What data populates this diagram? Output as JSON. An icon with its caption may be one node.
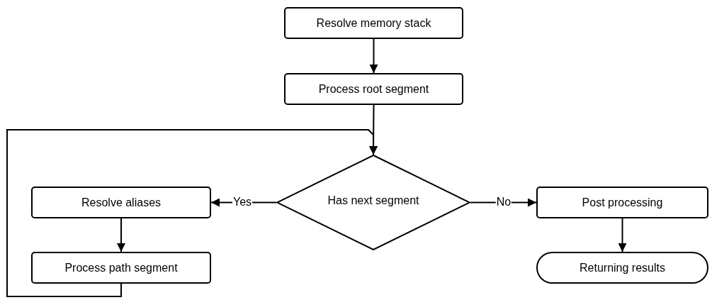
{
  "diagram": {
    "nodes": [
      {
        "text": [
          "Resolve memory stack"
        ]
      },
      {
        "text": [
          "Process root segment"
        ]
      },
      {
        "text": [
          "Has next segment"
        ]
      },
      {
        "text": [
          "Resolve aliases"
        ]
      },
      {
        "text": [
          "Process path segment"
        ]
      },
      {
        "text": [
          "Post processing"
        ]
      },
      {
        "text": [
          "Returning results"
        ]
      }
    ],
    "edges": [
      {
        "from": 0,
        "to": 1,
        "arrow": "to"
      },
      {
        "from": 1,
        "to": 2,
        "arrow": "to"
      },
      {
        "from": 2,
        "to": 3,
        "arrow": "to",
        "label": "Yes"
      },
      {
        "from": 3,
        "to": 4,
        "arrow": "to"
      },
      {
        "from": 4,
        "to": 2,
        "arrow": "to"
      },
      {
        "from": 2,
        "to": 5,
        "arrow": "to",
        "label": "No"
      },
      {
        "from": 5,
        "to": 6,
        "arrow": "to"
      }
    ]
  }
}
